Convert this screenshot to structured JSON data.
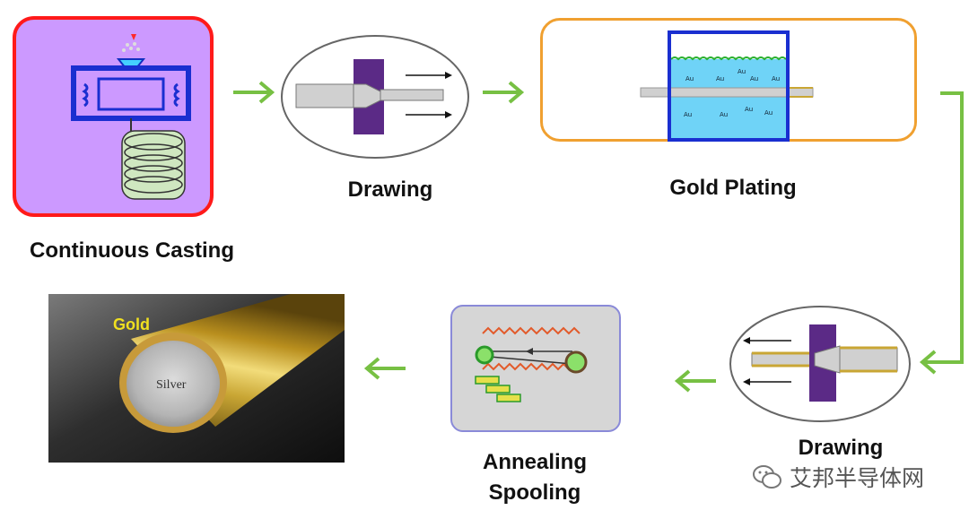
{
  "steps": {
    "casting": "Continuous Casting",
    "drawing1": "Drawing",
    "plating": "Gold Plating",
    "drawing2": "Drawing",
    "annealing_line1": "Annealing",
    "annealing_line2": "Spooling"
  },
  "plating_ions": [
    "Au",
    "Au",
    "Au",
    "Au",
    "Au",
    "Au",
    "Au",
    "Au",
    "Au"
  ],
  "wire_labels": {
    "outer": "Gold",
    "core": "Silver"
  },
  "watermark": "艾邦半导体网",
  "colors": {
    "casting_bg": "#cc99ff",
    "casting_border": "#ff1a1a",
    "plating_border": "#f0a030",
    "arrow": "#77c043",
    "die": "#5b2a86",
    "bath": "#6fd3f7",
    "gold": "#c9a634"
  }
}
